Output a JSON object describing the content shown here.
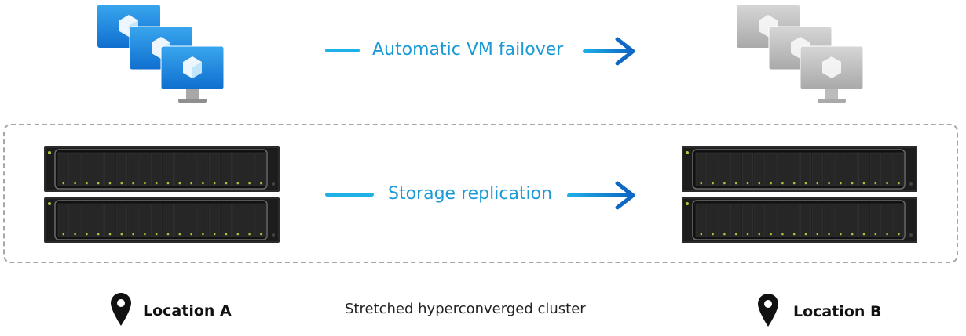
{
  "flows": {
    "vm_failover": "Automatic VM failover",
    "storage_replication": "Storage replication"
  },
  "locations": {
    "a": "Location A",
    "b": "Location B"
  },
  "cluster_label": "Stretched hyperconverged cluster",
  "colors": {
    "arrow_light": "#1eb0e6",
    "arrow_dark": "#0f69c4",
    "vm_active": "#1e8de0",
    "vm_inactive": "#bdbdbd",
    "server_body": "#1c1c1c",
    "led": "#b5c43a",
    "dashed_border": "#a6a6a6"
  },
  "icons": {
    "vm_stack_a": "vm-stack-icon",
    "vm_stack_b": "vm-stack-icon",
    "server": "server-rack-icon",
    "location": "map-pin-icon"
  }
}
